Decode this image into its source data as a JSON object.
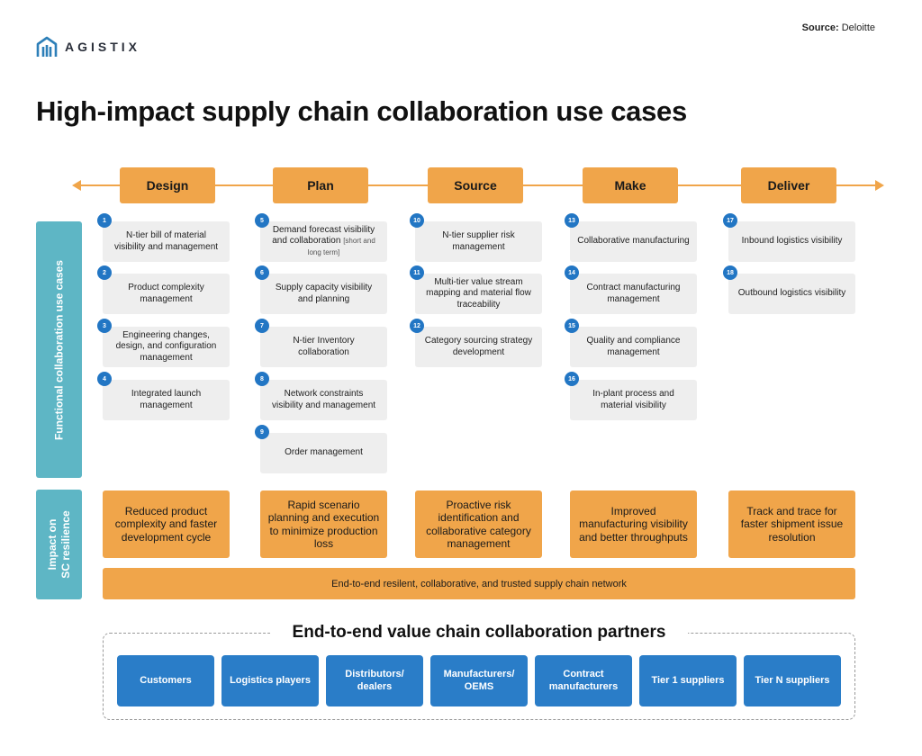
{
  "brand": {
    "name": "AGISTIX"
  },
  "source": {
    "label": "Source:",
    "value": "Deloitte"
  },
  "title": "High-impact supply chain collaboration use cases",
  "phases": [
    "Design",
    "Plan",
    "Source",
    "Make",
    "Deliver"
  ],
  "side_labels": {
    "functional": "Functional collaboration use cases",
    "impact_line1": "Impact on",
    "impact_line2": "SC resilience"
  },
  "use_cases": [
    {
      "num": "1",
      "text": "N-tier bill of material visibility and management"
    },
    {
      "num": "2",
      "text": "Product complexity management"
    },
    {
      "num": "3",
      "text": "Engineering changes, design, and configuration management"
    },
    {
      "num": "4",
      "text": "Integrated launch management"
    },
    {
      "num": "5",
      "text": "Demand forecast visibility and collaboration",
      "note": "[short and long term]"
    },
    {
      "num": "6",
      "text": "Supply capacity visibility and planning"
    },
    {
      "num": "7",
      "text": "N-tier Inventory collaboration"
    },
    {
      "num": "8",
      "text": "Network constraints visibility and management"
    },
    {
      "num": "9",
      "text": "Order management"
    },
    {
      "num": "10",
      "text": "N-tier supplier risk management"
    },
    {
      "num": "11",
      "text": "Multi-tier value stream mapping and material flow traceability"
    },
    {
      "num": "12",
      "text": "Category sourcing strategy development"
    },
    {
      "num": "13",
      "text": "Collaborative manufacturing"
    },
    {
      "num": "14",
      "text": "Contract manufacturing management"
    },
    {
      "num": "15",
      "text": "Quality and compliance management"
    },
    {
      "num": "16",
      "text": "In-plant process and material visibility"
    },
    {
      "num": "17",
      "text": "Inbound logistics visibility"
    },
    {
      "num": "18",
      "text": "Outbound logistics visibility"
    }
  ],
  "impacts": [
    "Reduced product complexity and faster development cycle",
    "Rapid scenario planning and execution to minimize production loss",
    "Proactive risk identification and collaborative category management",
    "Improved manufacturing visibility and better throughputs",
    "Track and trace for faster shipment issue resolution"
  ],
  "impact_summary": "End-to-end resilent, collaborative, and trusted supply chain network",
  "partners_title": "End-to-end value chain collaboration partners",
  "partners": [
    "Customers",
    "Logistics players",
    "Distributors/ dealers",
    "Manufacturers/ OEMS",
    "Contract manufacturers",
    "Tier 1 suppliers",
    "Tier N suppliers"
  ],
  "colors": {
    "orange": "#f0a54a",
    "teal": "#5eb6c5",
    "blue": "#2a7dc8",
    "badge_blue": "#2276c4",
    "card_gray": "#eeeeee"
  }
}
